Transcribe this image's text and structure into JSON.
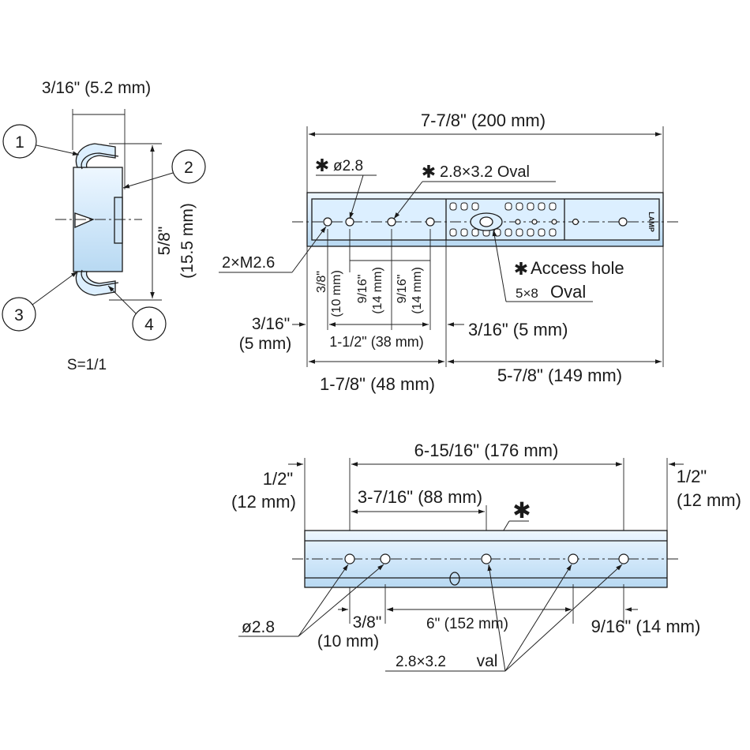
{
  "colors": {
    "rail_fill": "#dcefff",
    "rail_dark": "#a9cde8",
    "line": "#1a1a1a"
  },
  "section": {
    "width_dim": "3/16\" (5.2 mm)",
    "height_dim_in": "5/8\"",
    "height_dim_mm": "(15.5 mm)",
    "callouts": [
      "1",
      "2",
      "3",
      "4"
    ],
    "scale": "S=1/1"
  },
  "top_view": {
    "overall": "7-7/8\" (200 mm)",
    "hole_note": "ø2.8",
    "oval_note": "2.8×3.2 Oval",
    "screw_note": "2×M2.6",
    "access_note_1": "Access hole",
    "access_note_2_size": "5×8",
    "access_note_2_word": "Oval",
    "star": "✱",
    "pitch_10": "3/8\"",
    "pitch_10_mm": "(10 mm)",
    "pitch_14a": "9/16\"",
    "pitch_14a_mm": "(14 mm)",
    "pitch_14b": "9/16\"",
    "pitch_14b_mm": "(14 mm)",
    "left_offset_in": "3/16\"",
    "left_offset_mm": "(5 mm)",
    "right_offset": "3/16\" (5 mm)",
    "span_38": "1-1/2\" (38 mm)",
    "seg_48": "1-7/8\" (48 mm)",
    "seg_149": "5-7/8\" (149 mm)",
    "logo": "LAMP"
  },
  "bottom_view": {
    "overall": "6-15/16\" (176 mm)",
    "left_end_in": "1/2\"",
    "left_end_mm": "(12 mm)",
    "right_end_in": "1/2\"",
    "right_end_mm": "(12 mm)",
    "half": "3-7/16\" (88 mm)",
    "star": "✱",
    "hole_note": "ø2.8",
    "left_pitch_in": "3/8\"",
    "left_pitch_mm": "(10 mm)",
    "mid": "6\" (152 mm)",
    "right_pitch": "9/16\" (14 mm)",
    "oval_size": "2.8×3.2",
    "oval_word": "val"
  }
}
